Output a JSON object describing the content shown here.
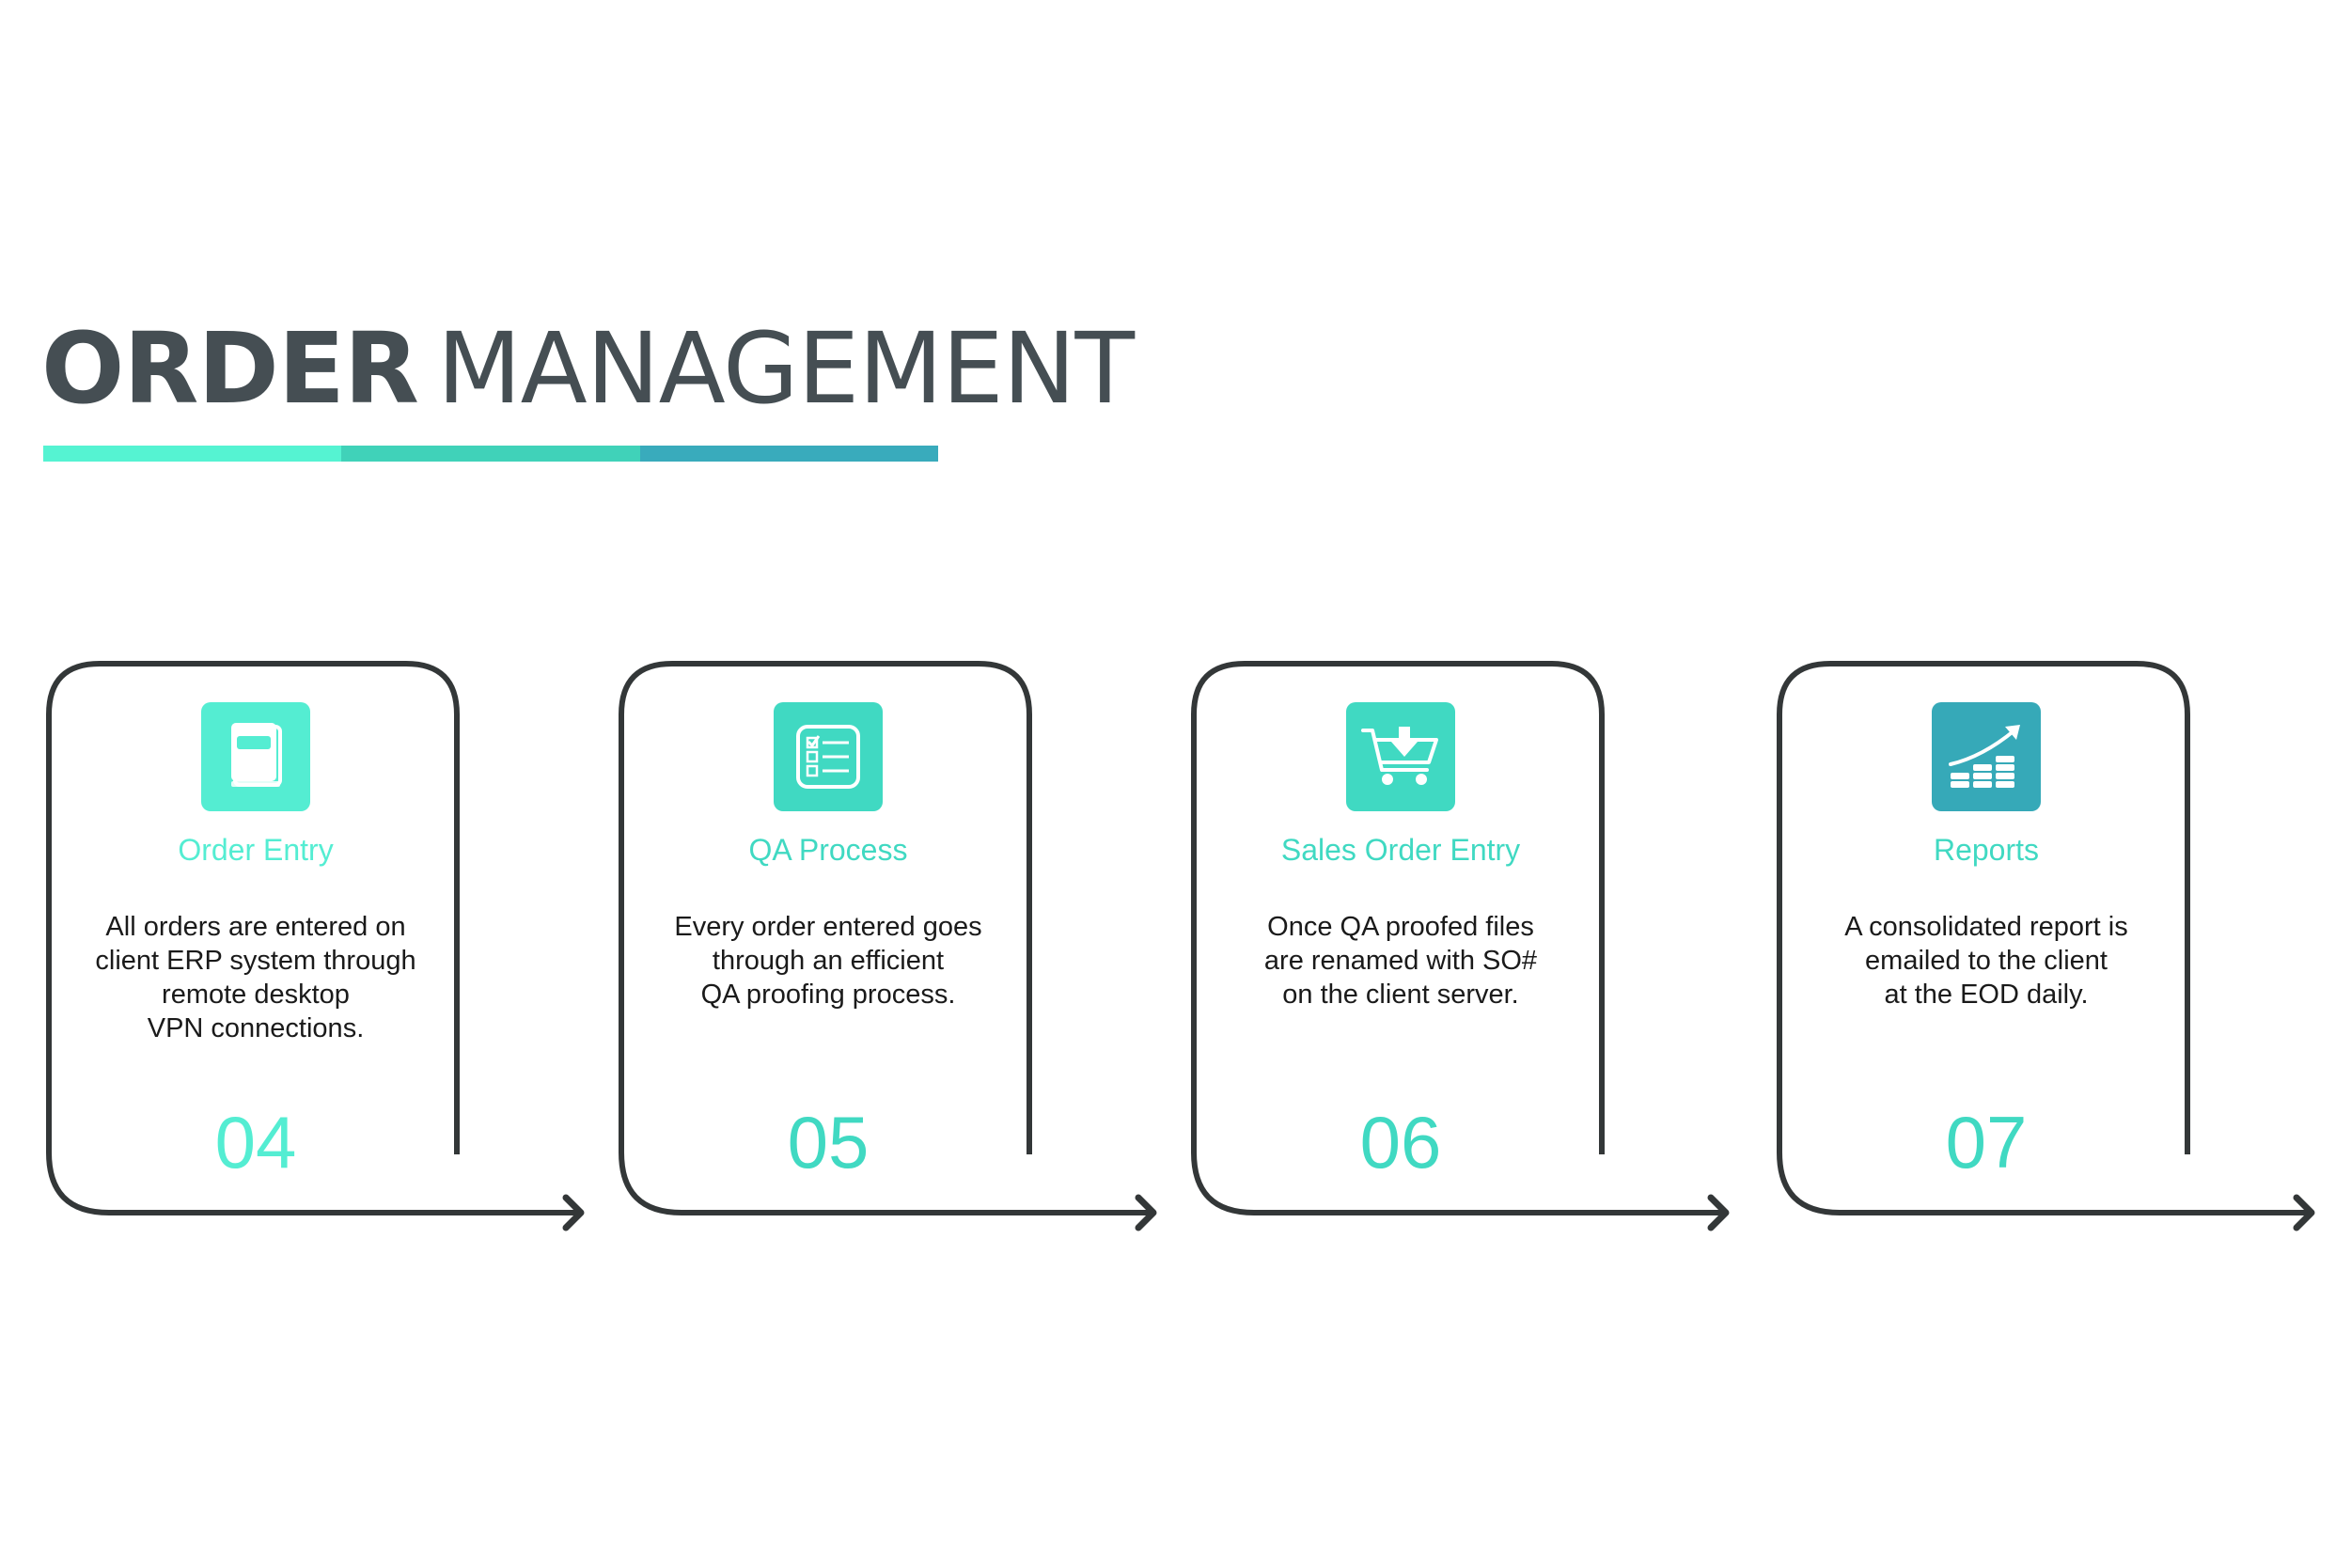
{
  "title": {
    "bold": "ORDER",
    "light": "MANAGEMENT",
    "bar_colors": [
      "#55f3d2",
      "#40d2b9",
      "#39abbc"
    ]
  },
  "colors": {
    "stroke": "#333738",
    "title_text": "#454e53"
  },
  "steps": [
    {
      "icon": "document-icon",
      "icon_color": "#54edd2",
      "label": "Order Entry",
      "label_color": "#54edd2",
      "description": "All orders are entered on\nclient ERP system through\nremote desktop\nVPN connections.",
      "number": "04",
      "number_color": "#54edd2"
    },
    {
      "icon": "checklist-icon",
      "icon_color": "#40d9c2",
      "label": "QA Process",
      "label_color": "#40d9c2",
      "description": "Every order entered goes\nthrough an efficient\nQA proofing process.",
      "number": "05",
      "number_color": "#40d9c2"
    },
    {
      "icon": "cart-download-icon",
      "icon_color": "#40d9c2",
      "label": "Sales Order Entry",
      "label_color": "#40d9c2",
      "description": "Once QA proofed files\nare renamed with SO#\non the client server.",
      "number": "06",
      "number_color": "#40d9c2"
    },
    {
      "icon": "growth-chart-icon",
      "icon_color": "#36a9b8",
      "label": "Reports",
      "label_color": "#40d9c2",
      "description": "A consolidated report is\nemailed to the client\nat the EOD daily.",
      "number": "07",
      "number_color": "#40d9c2"
    }
  ]
}
